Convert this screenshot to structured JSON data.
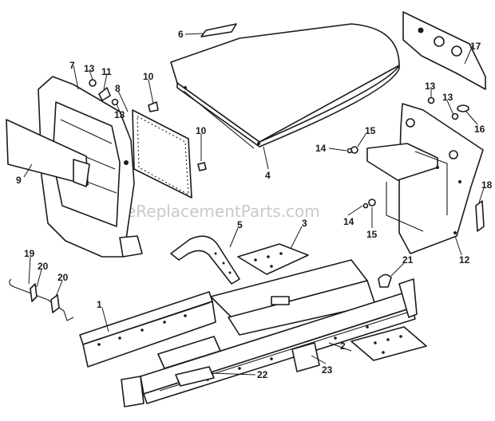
{
  "watermark": "eReplacementParts.com",
  "callouts": [
    {
      "id": "c6",
      "label": "6"
    },
    {
      "id": "c17",
      "label": "17"
    },
    {
      "id": "c7",
      "label": "7"
    },
    {
      "id": "c13a",
      "label": "13"
    },
    {
      "id": "c11",
      "label": "11"
    },
    {
      "id": "c10a",
      "label": "10"
    },
    {
      "id": "c8",
      "label": "8"
    },
    {
      "id": "c13b",
      "label": "13"
    },
    {
      "id": "c13c",
      "label": "13"
    },
    {
      "id": "c13d",
      "label": "13"
    },
    {
      "id": "c16",
      "label": "16"
    },
    {
      "id": "c10b",
      "label": "10"
    },
    {
      "id": "c15a",
      "label": "15"
    },
    {
      "id": "c14a",
      "label": "14"
    },
    {
      "id": "c4",
      "label": "4"
    },
    {
      "id": "c9",
      "label": "9"
    },
    {
      "id": "c18",
      "label": "18"
    },
    {
      "id": "c14b",
      "label": "14"
    },
    {
      "id": "c15b",
      "label": "15"
    },
    {
      "id": "c5",
      "label": "5"
    },
    {
      "id": "c3",
      "label": "3"
    },
    {
      "id": "c12",
      "label": "12"
    },
    {
      "id": "c19",
      "label": "19"
    },
    {
      "id": "c20a",
      "label": "20"
    },
    {
      "id": "c20b",
      "label": "20"
    },
    {
      "id": "c21",
      "label": "21"
    },
    {
      "id": "c1",
      "label": "1"
    },
    {
      "id": "c22",
      "label": "22"
    },
    {
      "id": "c23",
      "label": "23"
    },
    {
      "id": "c2",
      "label": "2"
    }
  ]
}
